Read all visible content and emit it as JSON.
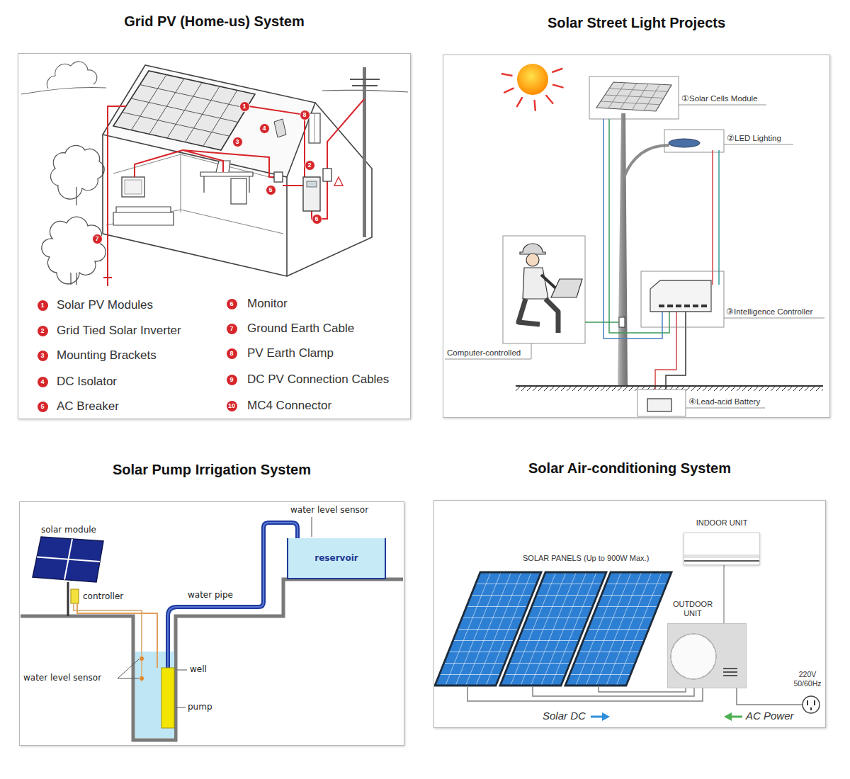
{
  "diagram": {
    "nodes": [
      {
        "text": [
          "Grid PV (Home-us) System"
        ]
      },
      {
        "text": [
          "Solar Street Light Projects"
        ]
      },
      {
        "text": [
          "Solar Pump Irrigation System"
        ]
      },
      {
        "text": [
          "reservoir"
        ],
        "in": 2
      },
      {
        "text": [
          "Solar Air-conditioning System"
        ]
      },
      {
        "text": [
          "INDOOR UNIT"
        ],
        "in": 4
      },
      {
        "text": [
          "OUTDOOR UNIT"
        ],
        "in": 4
      }
    ],
    "edges": [
      {
        "from": 5,
        "to": 6,
        "arrow": "none"
      }
    ],
    "labels": [
      "1",
      "8",
      "4",
      "3",
      "2",
      "5",
      "6",
      "7",
      "1",
      "2",
      "3",
      "4",
      "5",
      "6",
      "7",
      "8",
      "9",
      "10",
      "①Solar Cells Module",
      "②LED Lighting",
      "③Intelligence Controller",
      "Computer-controlled",
      "④Lead-acid Battery",
      "water level sensor",
      "solar module",
      "controller",
      "water pipe",
      "well",
      "water level sensor",
      "pump",
      "SOLAR PANELS (Up to 900W Max.)",
      "220V 50/60Hz",
      "Solar DC",
      "AC Power"
    ],
    "legend": [
      {
        "text": "Solar PV Modules"
      },
      {
        "text": "Grid Tied Solar Inverter"
      },
      {
        "text": "Mounting Brackets"
      },
      {
        "text": "DC Isolator"
      },
      {
        "text": "AC Breaker"
      },
      {
        "text": "Monitor"
      },
      {
        "text": "Ground Earth Cable"
      },
      {
        "text": "PV Earth Clamp"
      },
      {
        "text": "DC PV Connection Cables"
      },
      {
        "text": "MC4 Connector"
      }
    ]
  }
}
